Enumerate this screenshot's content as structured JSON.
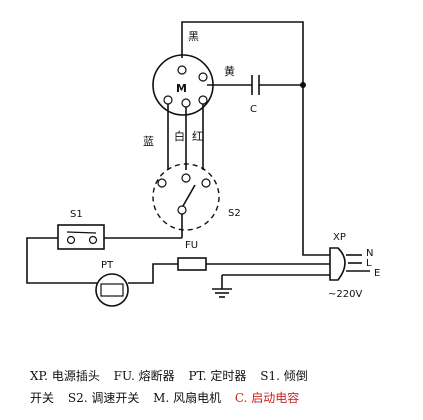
{
  "diagram": {
    "labels": {
      "black": "黑",
      "yellow": "黄",
      "motor": "M",
      "capacitor": "C",
      "blue": "蓝",
      "white": "白",
      "red": "红",
      "s1": "S1",
      "s2": "S2",
      "pt": "PT",
      "fu": "FU",
      "xp": "XP",
      "n": "N",
      "l": "L",
      "e": "E",
      "voltage": "~220V"
    }
  },
  "legend": {
    "line1": [
      "XP. 电源插头",
      "FU. 熔断器",
      "PT. 定时器",
      "S1. 倾倒"
    ],
    "line2": [
      "开关",
      "S2. 调速开关",
      "M. 风扇电机",
      "C. 启动电容"
    ]
  },
  "colors": {
    "ink": "#111111",
    "accent": "#cc2222"
  }
}
